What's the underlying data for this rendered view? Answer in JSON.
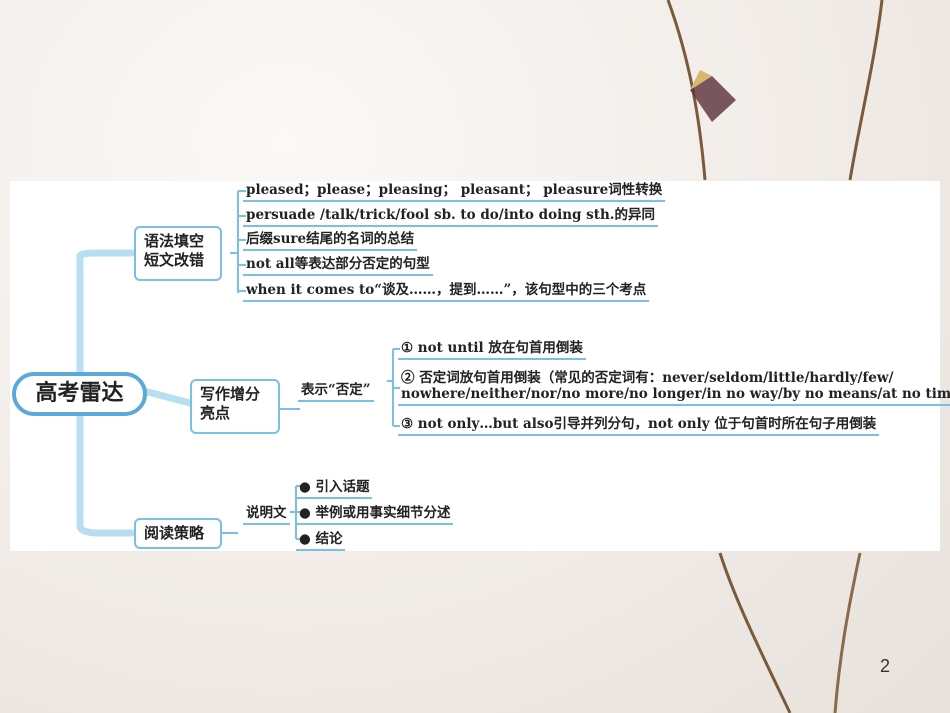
{
  "root": "高考雷达",
  "categories": {
    "grammar": "语法填空\n短文改错",
    "writing": "写作增分\n亮点",
    "reading": "阅读策略"
  },
  "grammar_items": [
    "pleased；please；pleasing； pleasant； pleasure词性转换",
    "persuade /talk/trick/fool sb. to do/into doing sth.的异同",
    "后缀sure结尾的名词的总结",
    "not all等表达部分否定的句型",
    "when it comes to“谈及……，提到……”，该句型中的三个考点"
  ],
  "writing_sub": "表示“否定”",
  "writing_items": {
    "item1": "① not until 放在句首用倒装",
    "item2_line1": "② 否定词放句首用倒装（常见的否定词有：never/seldom/little/hardly/few/",
    "item2_line2": "nowhere/neither/nor/no more/no longer/in no way/by no means/at no time等）",
    "item3": "③ not only…but also引导并列分句，not only 位于句首时所在句子用倒装"
  },
  "reading_sub": "说明文",
  "reading_items": [
    "● 引入话题",
    "● 举例或用事实细节分述",
    "● 结论"
  ],
  "page_number": "2",
  "colors": {
    "accent": "#7bbfe3",
    "root_border": "#5aa9d8",
    "branch": "#b9def2"
  }
}
